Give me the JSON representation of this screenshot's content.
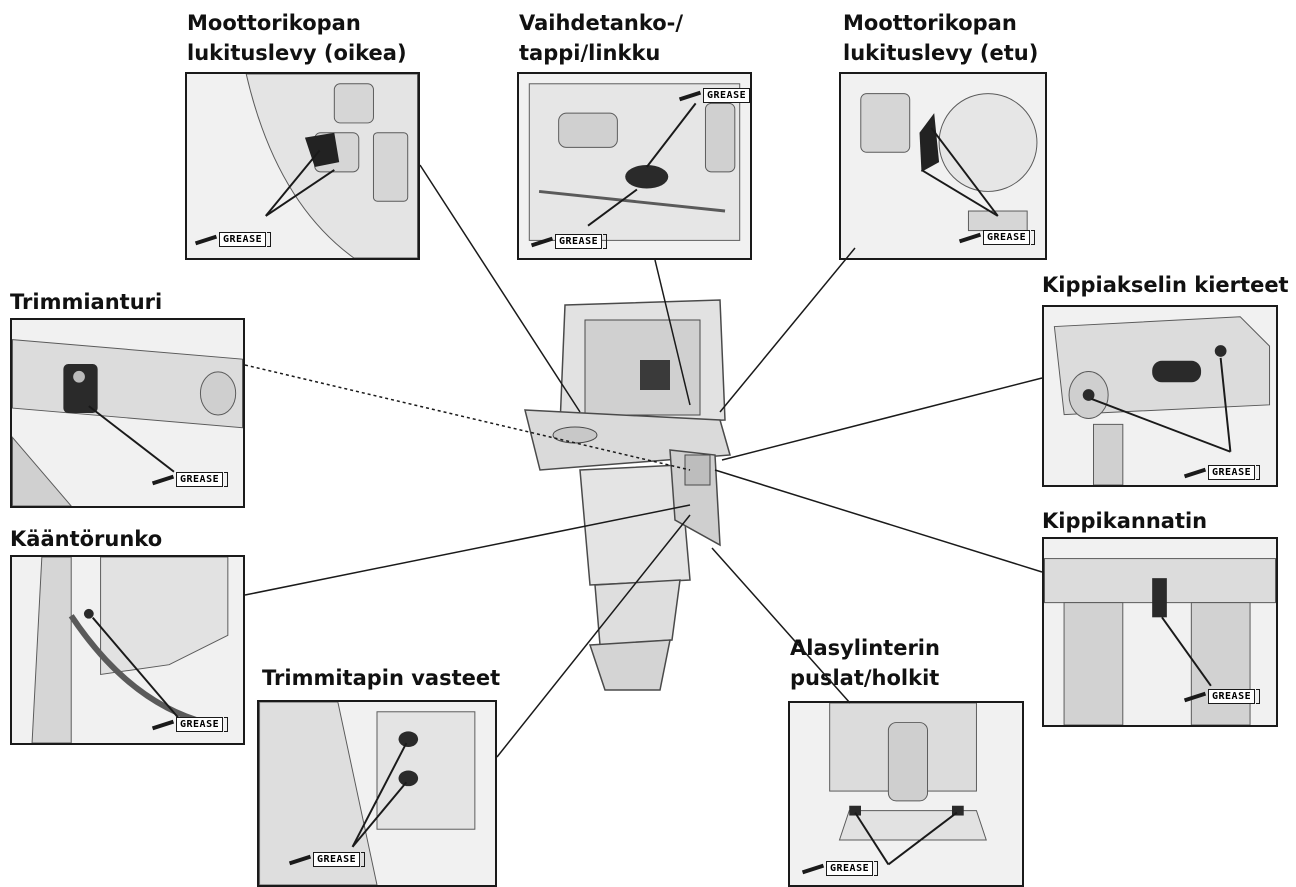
{
  "labels": {
    "cover_lock_right": [
      "Moottorikopan",
      "lukituslevy (oikea)"
    ],
    "shift_rod": [
      "Vaihdetanko-/",
      "tappi/linkku"
    ],
    "cover_lock_front": [
      "Moottorikopan",
      "lukituslevy (etu)"
    ],
    "trim_sensor": "Trimmianturi",
    "tilt_shaft": "Kippiakselin kierteet",
    "swivel_case": "Kääntörunko",
    "tilt_bracket": "Kippikannatin",
    "trim_pin": "Trimmitapin vasteet",
    "lower_cylinder": [
      "Alasylinterin",
      "puslat/holkit"
    ]
  },
  "grease_tag": "GREASE",
  "colors": {
    "line": "#1a1a1a",
    "panel_bg": "#f1f1f1",
    "part_fill": "#d6d6d6",
    "part_stroke": "#5a5a5a"
  },
  "icons": [
    "grease-tube-icon",
    "outboard-motor-illustration"
  ]
}
